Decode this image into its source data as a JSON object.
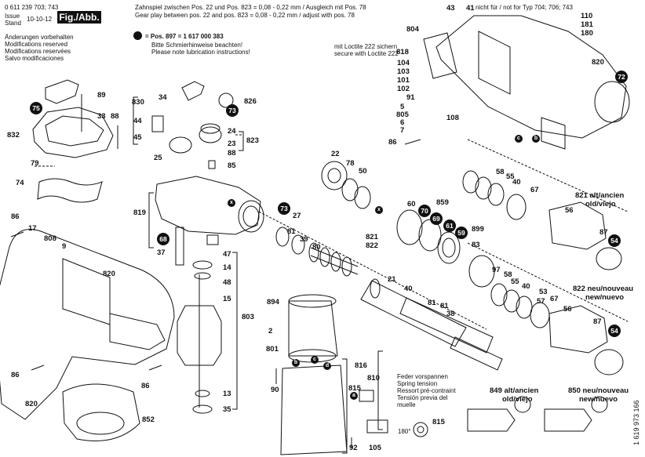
{
  "header": {
    "doc_number": "0 611 239 703; 743",
    "issue_label": "Issue",
    "stand_label": "Stand",
    "issue_date": "10-10-12",
    "fig_label": "Fig./Abb. 1",
    "notes": [
      "Änderungen vorbehalten",
      "Modifications reserved",
      "Modifications reservées",
      "Salvo modificaciones"
    ]
  },
  "gear_note": {
    "line1": "Zahnspiel zwischen Pos. 22 und Pos. 823 = 0,08 - 0,22 mm / Ausgleich mit Pos. 78",
    "line2": "Gear play between  pos. 22 and pos. 823 = 0,08 - 0,22 mm / adjust with pos. 78"
  },
  "lube_note": {
    "pos": "= Pos. 897 = 1 617 000 383",
    "line1": "Bitte Schmierhinweise beachten!",
    "line2": "Please note lubrication instructions!"
  },
  "loctite_note": {
    "line1": "mit Loctite 222 sichern",
    "line2": "secure with Loctite 222"
  },
  "type_note": "nicht für / not for Typ 704; 706; 743",
  "spring_note": [
    "Feder vorspannen",
    "Spring tension",
    "Ressort pré-contraint",
    "Tensión previa del",
    "muelle"
  ],
  "rotation_angle": "180°",
  "variant_labels": {
    "old": [
      "821 alt/ancien",
      "old/viejo"
    ],
    "new": [
      "822 neu/nouveau",
      "new/nuevo"
    ],
    "p849": [
      "849 alt/ancien",
      "old/viejo"
    ],
    "p850": [
      "850 neu/nouveau",
      "new/nuevo"
    ]
  },
  "drawing_number": "1 619 973 166",
  "callouts": {
    "l43": "43",
    "l41": "41",
    "l110": "110",
    "l181": "181",
    "l180": "180",
    "l820a": "820",
    "l72": "72",
    "l804": "804",
    "l818": "818",
    "l104": "104",
    "l103": "103",
    "l101": "101",
    "l102": "102",
    "l91": "91",
    "l5": "5",
    "l805": "805",
    "l6": "6",
    "l7": "7",
    "l108": "108",
    "l86a": "86",
    "l89": "89",
    "l75": "75",
    "l33": "33",
    "l88a": "88",
    "l832": "832",
    "l79": "79",
    "l74": "74",
    "l830": "830",
    "l34": "34",
    "l826": "826",
    "l73a": "73",
    "l44": "44",
    "l24": "24",
    "l45": "45",
    "l823": "823",
    "l23": "23",
    "l88b": "88",
    "l25": "25",
    "l85": "85",
    "l22": "22",
    "l78": "78",
    "l50": "50",
    "l819": "819",
    "l73b": "73",
    "l27": "27",
    "l81a": "81",
    "l39": "39",
    "l80": "80",
    "l68": "68",
    "l37": "37",
    "l47": "47",
    "l14": "14",
    "l48": "48",
    "l15": "15",
    "l803": "803",
    "l13": "13",
    "l35": "35",
    "l60": "60",
    "l859": "859",
    "l70": "70",
    "l69": "69",
    "l61": "61",
    "l59": "59",
    "l899": "899",
    "l83": "83",
    "l821": "821",
    "l822": "822",
    "l21": "21",
    "l40a": "40",
    "l81b": "81",
    "l81c": "81",
    "l38": "38",
    "l58a": "58",
    "l55a": "55",
    "l40b": "40",
    "l67a": "67",
    "l56a": "56",
    "l87a": "87",
    "l54a": "54",
    "l97": "97",
    "l58b": "58",
    "l55b": "55",
    "l40c": "40",
    "l53": "53",
    "l57": "57",
    "l67b": "67",
    "l56b": "56",
    "l87b": "87",
    "l54b": "54",
    "l86b": "86",
    "l17": "17",
    "l808": "808",
    "l9": "9",
    "l820b": "820",
    "l86c": "86",
    "l820c": "820",
    "l86d": "86",
    "l852": "852",
    "l894": "894",
    "l2": "2",
    "l801": "801",
    "l90": "90",
    "l816": "816",
    "l810": "810",
    "l815a": "815",
    "l815b": "815",
    "l92": "92",
    "l105": "105"
  },
  "marker_letters": {
    "a": "a",
    "b": "b",
    "c": "c",
    "d": "d",
    "x": "x"
  }
}
